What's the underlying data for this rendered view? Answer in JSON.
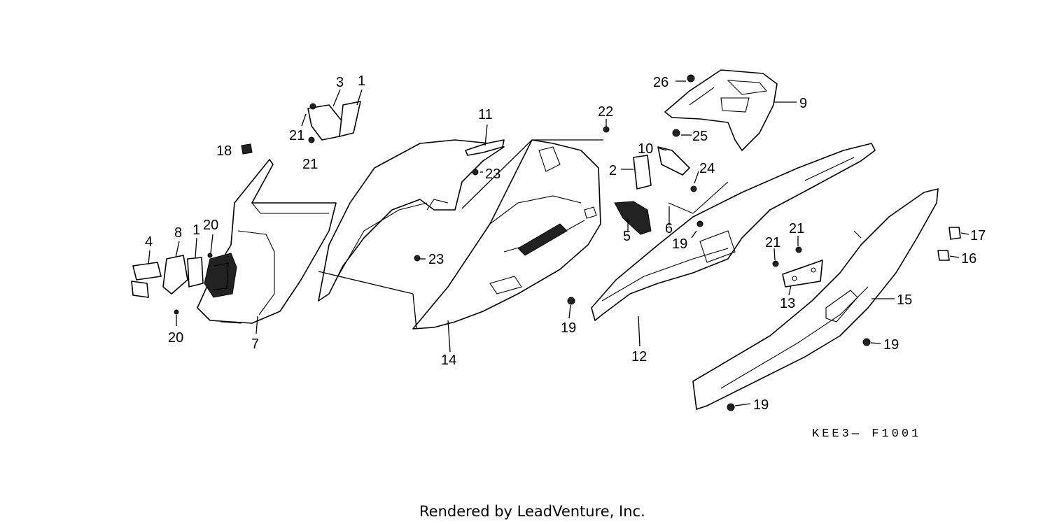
{
  "diagram": {
    "figure_code": "KEE3— F1001",
    "footer": "Rendered by LeadVenture, Inc.",
    "callouts": {
      "c1a": "1",
      "c3": "3",
      "c21a": "21",
      "c21b": "21",
      "c18": "18",
      "c11": "11",
      "c23a": "23",
      "c22": "22",
      "c26": "26",
      "c9": "9",
      "c25": "25",
      "c10": "10",
      "c2": "2",
      "c24": "24",
      "c5": "5",
      "c6": "6",
      "c19a": "19",
      "c4": "4",
      "c8": "8",
      "c1b": "1",
      "c20a": "20",
      "c20b": "20",
      "c7": "7",
      "c23b": "23",
      "c14": "14",
      "c19b": "19",
      "c12": "12",
      "c21c": "21",
      "c21d": "21",
      "c13": "13",
      "c17": "17",
      "c16": "16",
      "c15": "15",
      "c19c": "19",
      "c19d": "19"
    }
  }
}
